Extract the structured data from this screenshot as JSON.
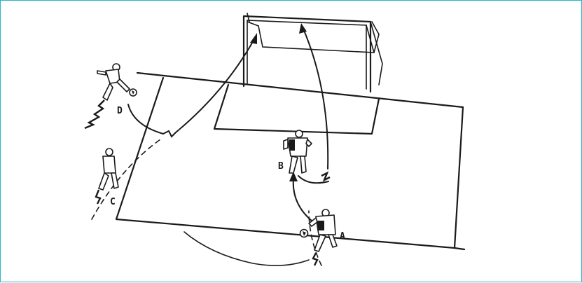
{
  "diagram": {
    "border_color": "#28b7c9",
    "players": [
      {
        "id": "D",
        "label": "D",
        "with_ball": true
      },
      {
        "id": "C",
        "label": "C",
        "with_ball": false
      },
      {
        "id": "B",
        "label": "B",
        "with_ball": false
      },
      {
        "id": "A",
        "label": "A",
        "with_ball": true
      }
    ]
  }
}
